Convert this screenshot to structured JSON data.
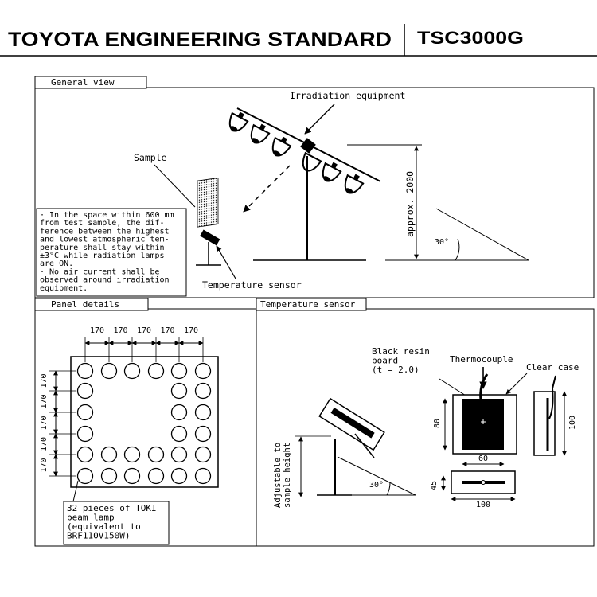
{
  "header": {
    "title": "TOYOTA ENGINEERING STANDARD",
    "code": "TSC3000G"
  },
  "general_view": {
    "tab": "General view",
    "irradiation_label": "Irradiation equipment",
    "sample_label": "Sample",
    "height_label": "approx. 2000",
    "angle_label": "30°",
    "temp_sensor_label": "Temperature sensor",
    "notes": [
      "· In the space within 600 mm",
      "from test sample, the dif-",
      "ference between the highest",
      "and lowest atmospheric tem-",
      "perature shall stay within",
      "±3°C while radiation lamps",
      "are ON.",
      "· No air current shall be",
      "observed around irradiation",
      "equipment."
    ]
  },
  "panel_details": {
    "tab": "Panel details",
    "col_spacing": "170",
    "row_spacing": "170",
    "note_lines": [
      "32 pieces of TOKI",
      "beam lamp",
      "(equivalent to",
      "BRF110V150W)"
    ]
  },
  "temperature_sensor": {
    "tab": "Temperature sensor",
    "board_lines": [
      "Black resin",
      "board",
      "(t = 2.0)"
    ],
    "thermocouple": "Thermocouple",
    "clear_case": "Clear case",
    "adjustable_lines": [
      "Adjustable to",
      "sample height"
    ],
    "angle_label": "30°",
    "dim_80": "80",
    "dim_60": "60",
    "dim_100_side": "100",
    "dim_45": "45",
    "dim_100_bottom": "100"
  }
}
